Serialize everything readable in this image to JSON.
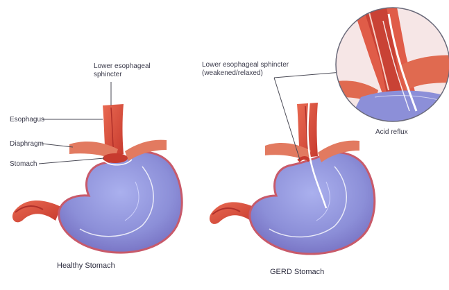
{
  "labels": {
    "healthy": {
      "les": [
        "Lower esophageal",
        "sphincter"
      ],
      "esophagus": "Esophagus",
      "diaphragm": "Diaphragm",
      "stomach": "Stomach"
    },
    "gerd": {
      "les": [
        "Lower esophageal sphincter",
        "(weakened/relaxed)"
      ],
      "reflux": "Acid reflux"
    }
  },
  "captions": {
    "left": "Healthy Stomach",
    "right": "GERD Stomach"
  },
  "colors": {
    "stomach_fill": "#8c8fd8",
    "stomach_outline": "#c85a6a",
    "muscle_red": "#d64a3c",
    "muscle_light": "#e98a6d",
    "acid_stream": "#ffffff"
  }
}
